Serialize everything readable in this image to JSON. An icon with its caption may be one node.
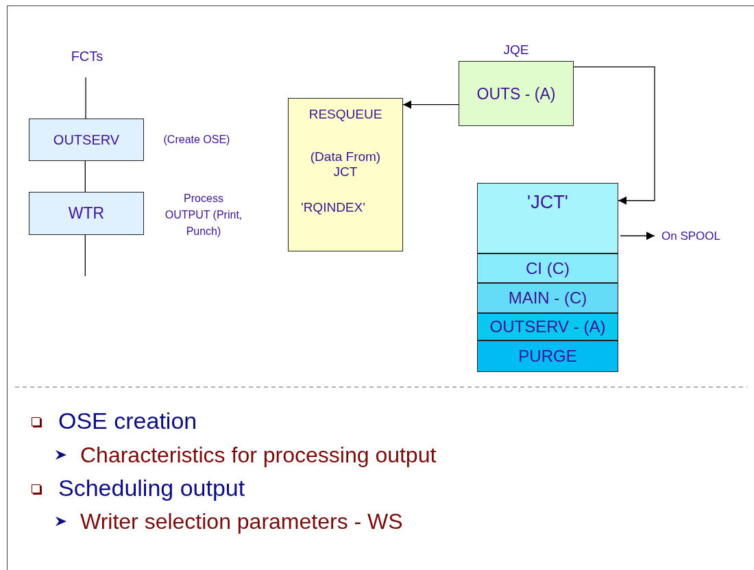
{
  "diagram": {
    "nodes": [
      {
        "text": [
          "FCTs"
        ]
      },
      {
        "text": [
          "OUTSERV"
        ],
        "beside": [
          "(Create OSE)"
        ]
      },
      {
        "text": [
          "WTR"
        ],
        "beside": [
          "Process OUTPUT (Print, Punch)"
        ]
      },
      {
        "text": [
          "JQE",
          "OUTS - (A)"
        ]
      },
      {
        "text": [
          "RESQUEUE",
          "(Data From) JCT",
          "'RQINDEX'"
        ]
      },
      {
        "text": [
          "'JCT'"
        ]
      },
      {
        "text": [
          "CI (C)"
        ]
      },
      {
        "text": [
          "MAIN - (C)"
        ]
      },
      {
        "text": [
          "OUTSERV - (A)"
        ]
      },
      {
        "text": [
          "PURGE"
        ]
      },
      {
        "text": [
          "On SPOOL"
        ]
      }
    ],
    "edges": [
      {
        "from": 0,
        "to": 1,
        "arrow": "none"
      },
      {
        "from": 1,
        "to": 2,
        "arrow": "none"
      },
      {
        "from": 2,
        "to": null,
        "arrow": "none"
      },
      {
        "from": 3,
        "to": 4,
        "arrow": "to"
      },
      {
        "from": 3,
        "to": 5,
        "arrow": "to"
      },
      {
        "from": 5,
        "to": 10,
        "arrow": "to"
      }
    ],
    "labels": [
      "OSE creation",
      "Characteristics for processing output",
      "Scheduling output",
      "Writer selection parameters - WS"
    ]
  }
}
